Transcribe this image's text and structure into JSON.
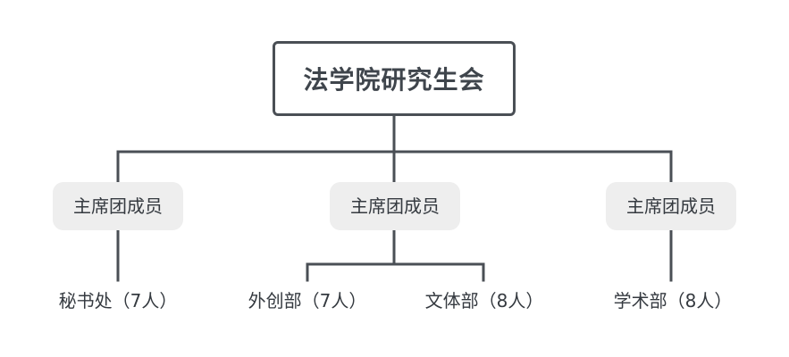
{
  "root": {
    "label": "法学院研究生会"
  },
  "groups": [
    {
      "label": "主席团成员",
      "children": [
        {
          "label": "秘书处（7人）"
        }
      ]
    },
    {
      "label": "主席团成员",
      "children": [
        {
          "label": "外创部（7人）"
        },
        {
          "label": "文体部（8人）"
        }
      ]
    },
    {
      "label": "主席团成员",
      "children": [
        {
          "label": "学术部（8人）"
        }
      ]
    }
  ],
  "colors": {
    "line": "#4a4f55",
    "root_border": "#4a4f55",
    "group_fill": "#eeeeee",
    "text": "#353a40"
  }
}
